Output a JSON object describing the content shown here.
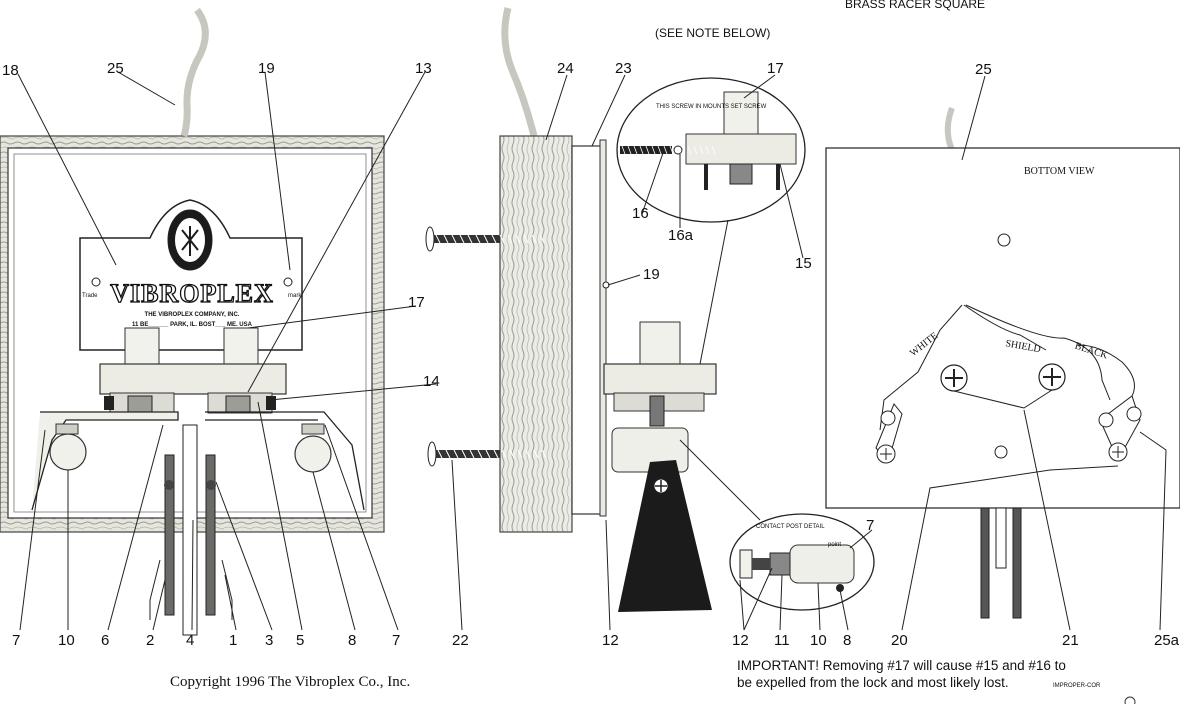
{
  "header": {
    "title": "BRASS RACER SQUARE",
    "note": "(SEE NOTE BELOW)"
  },
  "nameplate": {
    "brand": "VIBROPLEX",
    "left_small": "Trade",
    "right_small": "mark",
    "line1": "THE VIBROPLEX COMPANY, INC.",
    "line2": "11 BE______ PARK, IL. BOST___ ME. USA"
  },
  "bottom_view": {
    "title": "BOTTOM VIEW",
    "wires": [
      "WHITE",
      "SHIELD",
      "BLACK"
    ]
  },
  "detail_top": {
    "caption": "THIS SCREW IN MOUNTS SET SCREW"
  },
  "detail_contact": {
    "caption": "CONTACT POST DETAIL",
    "spot": "point"
  },
  "callouts": {
    "n1": "1",
    "n2": "2",
    "n3": "3",
    "n4": "4",
    "n5": "5",
    "n6": "6",
    "n7a": "7",
    "n7b": "7",
    "n7c": "7",
    "n8a": "8",
    "n8b": "8",
    "n10a": "10",
    "n10b": "10",
    "n11": "11",
    "n12a": "12",
    "n12b": "12",
    "n13": "13",
    "n14": "14",
    "n15": "15",
    "n16": "16",
    "n16a": "16a",
    "n17a": "17",
    "n17b": "17",
    "n18": "18",
    "n19a": "19",
    "n19b": "19",
    "n20": "20",
    "n21": "21",
    "n22": "22",
    "n23": "23",
    "n24": "24",
    "n25a": "25",
    "n25b": "25",
    "n25c": "25a"
  },
  "footer": {
    "copyright": "Copyright 1996 The Vibroplex Co., Inc.",
    "important": "IMPORTANT! Removing #17 will cause #15 and #16 to be expelled from the lock and most likely lost.",
    "part_number": "IMPROPER-COR"
  }
}
